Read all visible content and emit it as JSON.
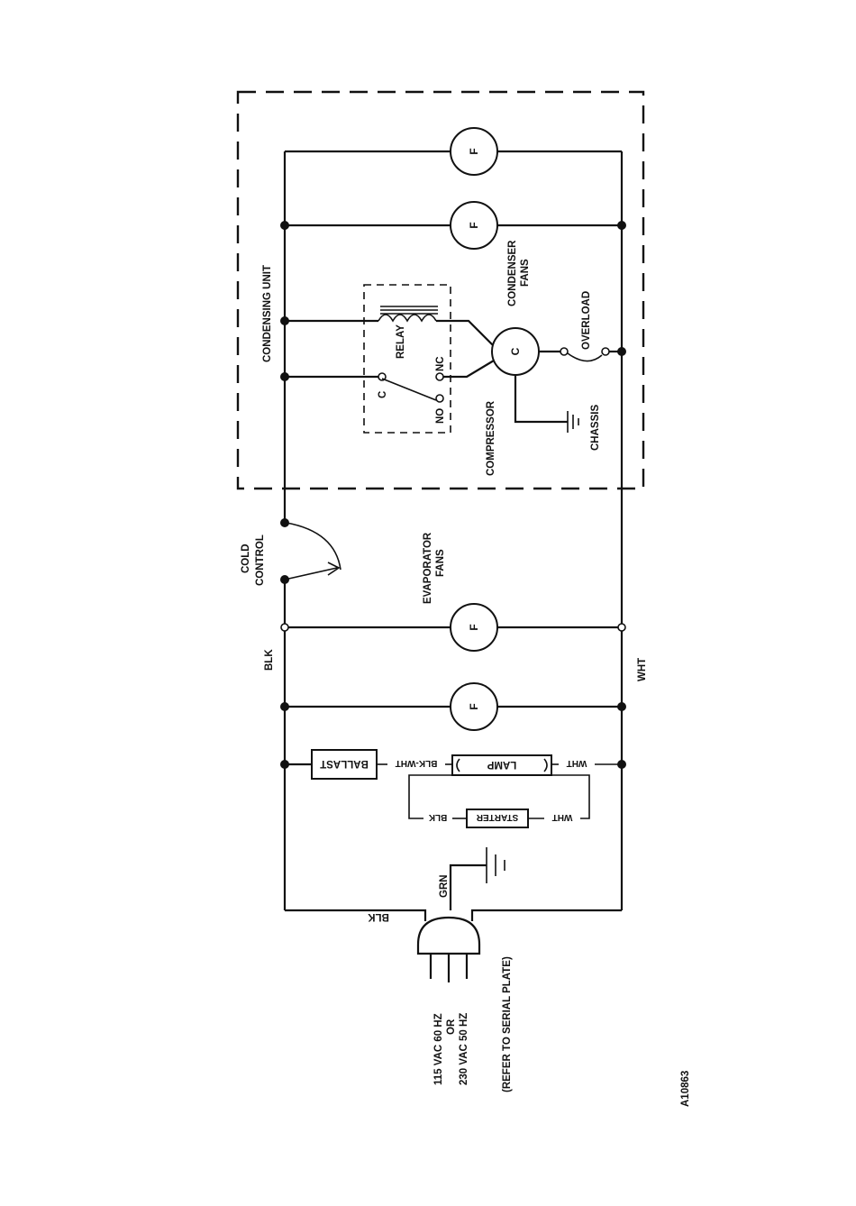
{
  "labels": {
    "condensing_unit": "CONDENSING UNIT",
    "condenser_fans_1": "CONDENSER",
    "condenser_fans_2": "FANS",
    "overload": "OVERLOAD",
    "relay": "RELAY",
    "relay_c": "C",
    "relay_no": "NO",
    "relay_nc": "NC",
    "compressor": "COMPRESSOR",
    "compressor_symbol": "C",
    "chassis": "CHASSIS",
    "cold_control_1": "COLD",
    "cold_control_2": "CONTROL",
    "evaporator_fans_1": "EVAPORATOR",
    "evaporator_fans_2": "FANS",
    "fan_symbol": "F",
    "blk": "BLK",
    "wht": "WHT",
    "ballast": "BALLAST",
    "blk_wht": "BLK-WHT",
    "lamp": "LAMP",
    "starter": "STARTER",
    "grn": "GRN",
    "supply_1": "115 VAC 60 HZ",
    "supply_or": "OR",
    "supply_2": "230 VAC 50 HZ",
    "supply_note": "(REFER TO SERIAL PLATE)",
    "figure_id": "A10863"
  }
}
